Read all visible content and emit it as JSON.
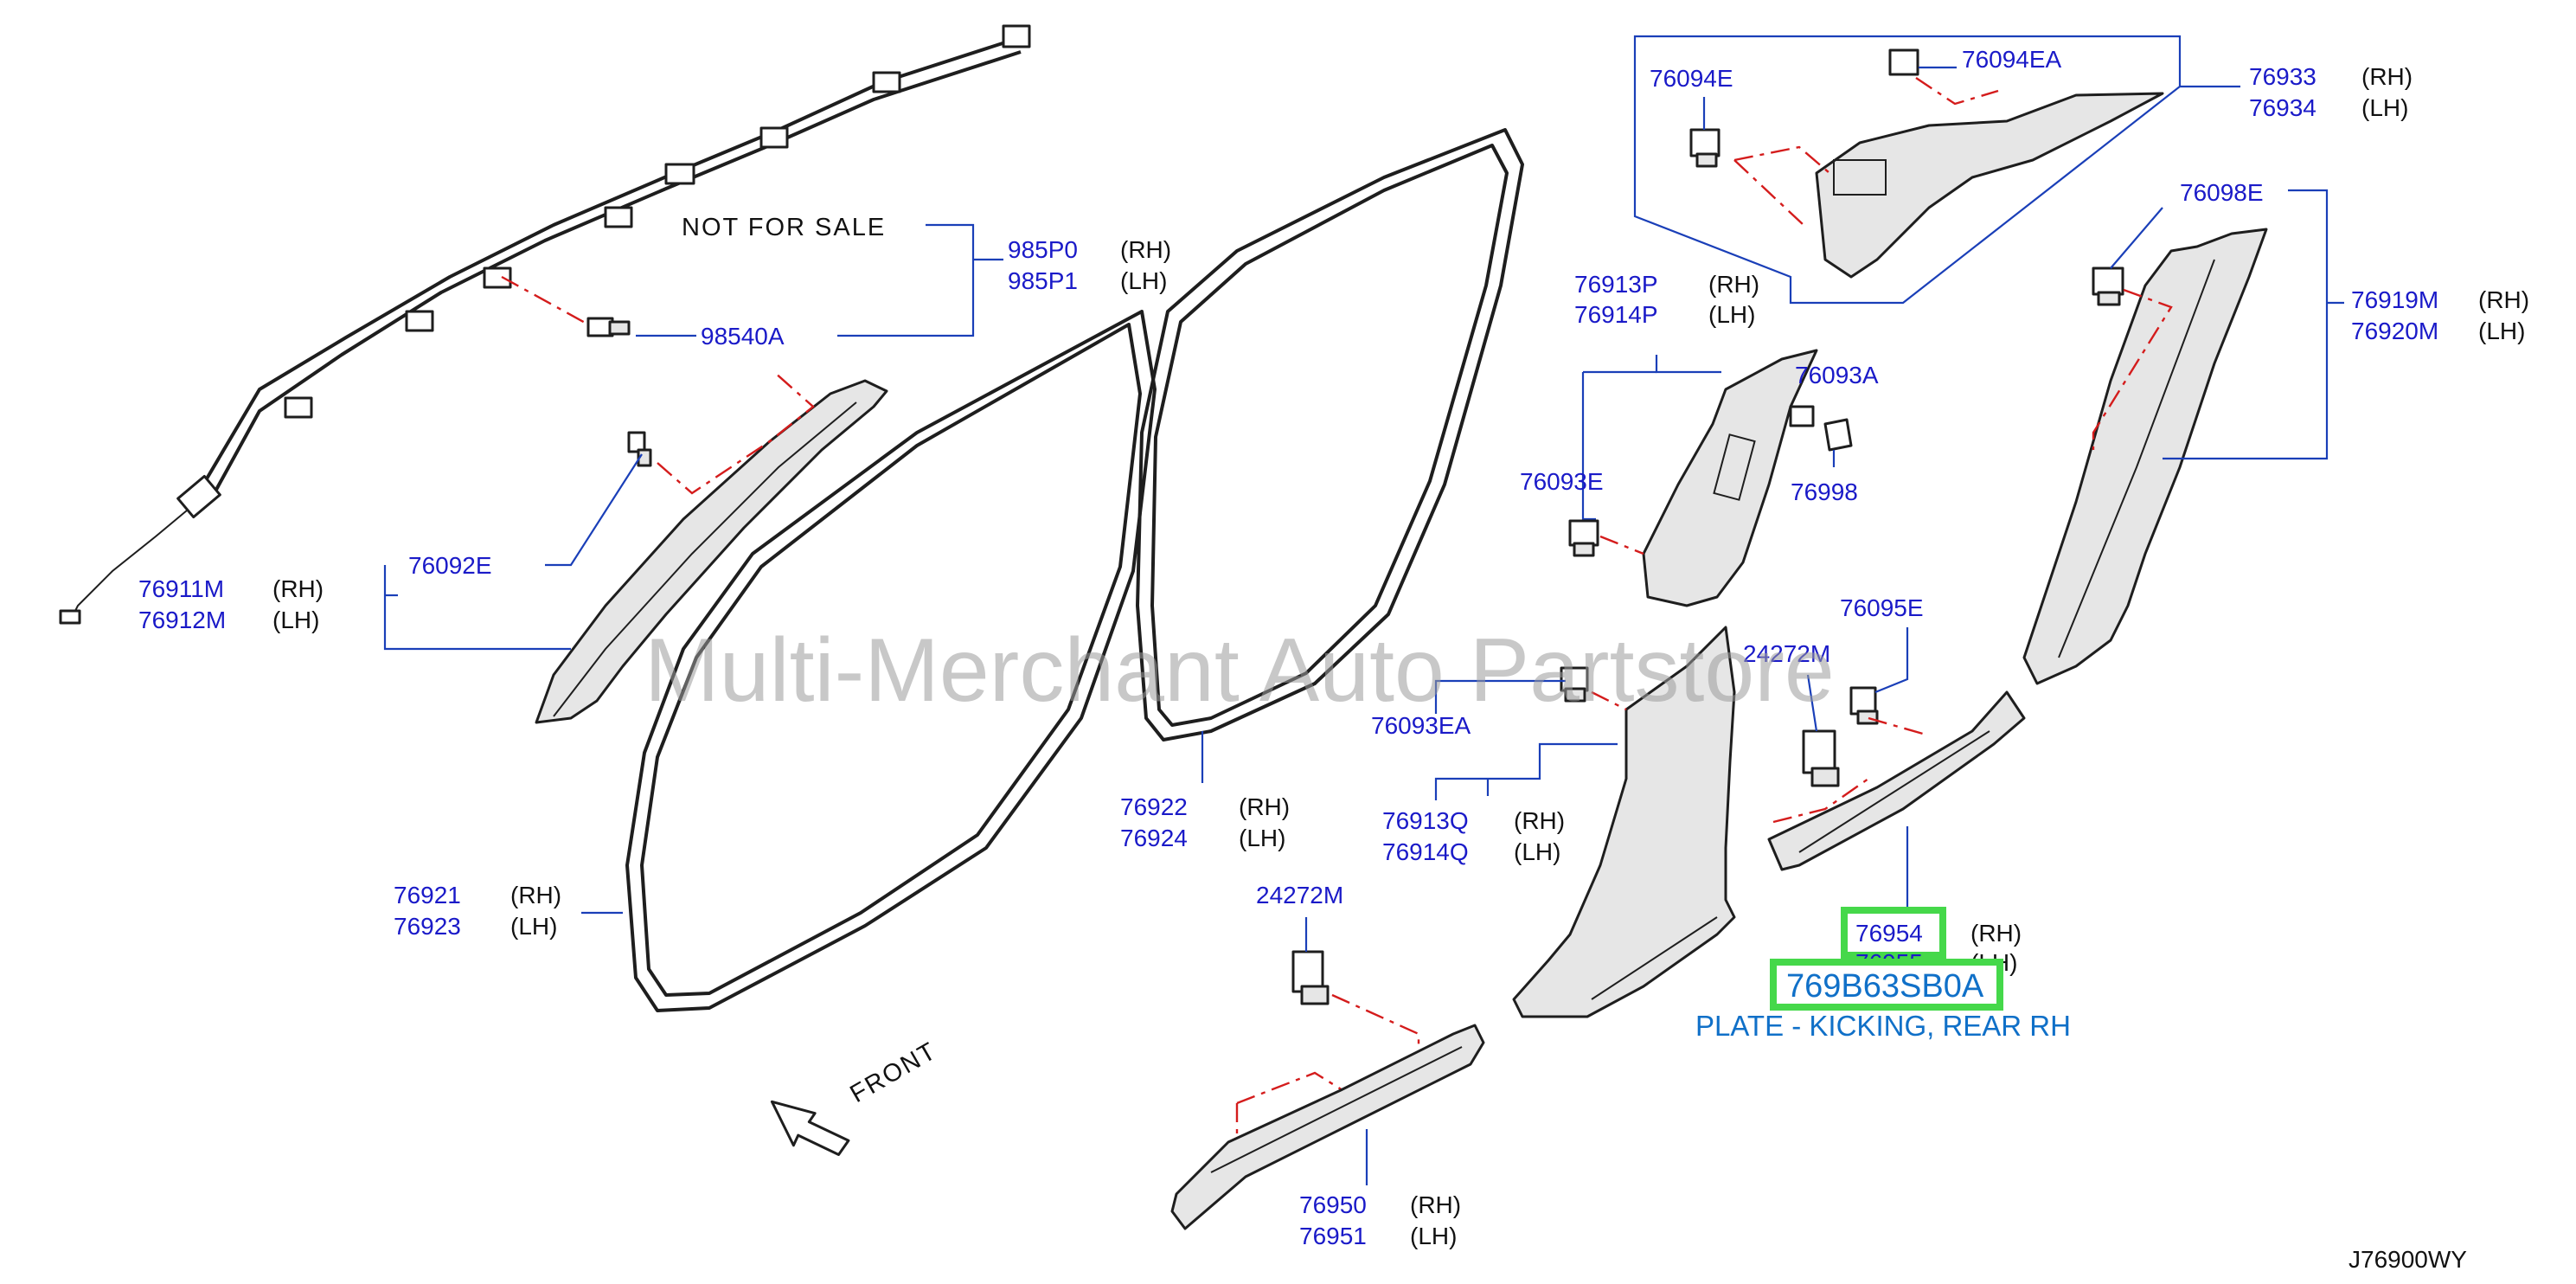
{
  "labels": {
    "p985P0": "985P0",
    "p985P1": "985P1",
    "p98540A": "98540A",
    "p76092E": "76092E",
    "p76911M": "76911M",
    "p76912M": "76912M",
    "p76921": "76921",
    "p76923": "76923",
    "p76922": "76922",
    "p76924": "76924",
    "p76913P": "76913P",
    "p76914P": "76914P",
    "p76093A": "76093A",
    "p76998": "76998",
    "p76093E": "76093E",
    "p76093EA": "76093EA",
    "p76913Q": "76913Q",
    "p76914Q": "76914Q",
    "p24272M_a": "24272M",
    "p24272M_b": "24272M",
    "p76950": "76950",
    "p76951": "76951",
    "p76095E": "76095E",
    "p76954": "76954",
    "p76955": "76955",
    "p76094E": "76094E",
    "p76094EA": "76094EA",
    "p76933": "76933",
    "p76934": "76934",
    "p76098E": "76098E",
    "p76919M": "76919M",
    "p76920M": "76920M"
  },
  "sides": {
    "rh": "(RH)",
    "lh": "(LH)"
  },
  "notes": {
    "not_for_sale": "NOT  FOR  SALE",
    "front": "FRONT"
  },
  "highlight": {
    "part_number": "769B63SB0A",
    "description": "PLATE - KICKING, REAR RH"
  },
  "diagram_code": "J76900WY",
  "watermark": "Multi-Merchant Auto Partstore",
  "colors": {
    "part_number_text": "#1a1ac8",
    "leader_lines": "#1a3fb8",
    "fastener_dashes": "#d41c1c",
    "highlight_box": "#45d84a",
    "highlight_text": "#1070c8"
  }
}
